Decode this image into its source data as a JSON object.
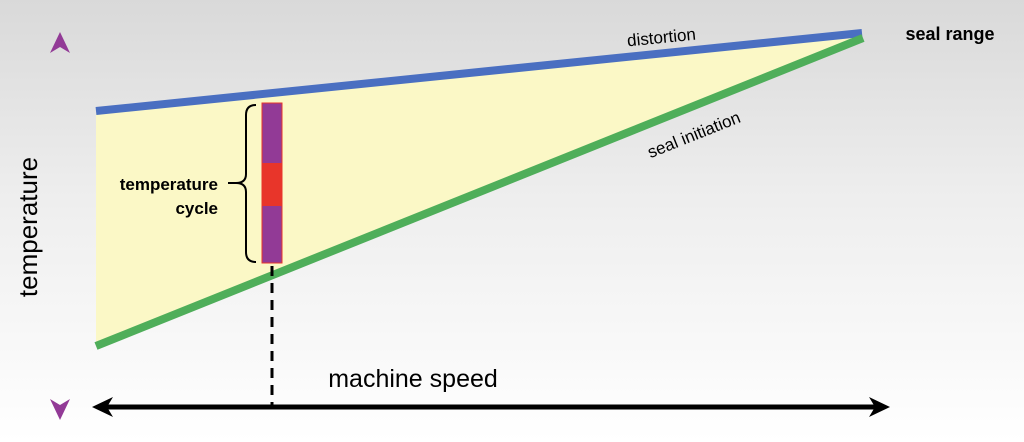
{
  "labels": {
    "y_axis": "temperature",
    "x_axis": "machine speed",
    "upper_line": "distortion",
    "lower_line": "seal initiation",
    "range": "seal range",
    "cycle_line1": "temperature",
    "cycle_line2": "cycle"
  },
  "colors": {
    "upper_line": "#4a6fc1",
    "lower_line": "#4fae5a",
    "fill": "#fbf8c6",
    "purple": "#923a96",
    "red": "#e8352a",
    "axis": "#000000"
  }
}
